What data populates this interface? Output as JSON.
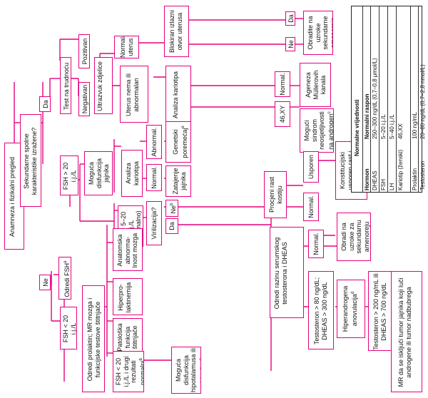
{
  "nodes": {
    "anamneza": "Anamneza i fizikalni pregled",
    "sekundarne": "Sekundarne spolne karakteristike izražene?",
    "da_1": "Da",
    "ne_1": "Ne",
    "test_trudnocu": "Test na trudnoću",
    "pozitivan": "Pozitivan",
    "negativan": "Negativan",
    "ultrazvuk": "Ultrazvuk zdjelice",
    "normalan_uterus": "Normalan uterus",
    "blokiran": "Blokiran izlazni otvor uterusa",
    "da_2": "Da",
    "ne_2": "Ne",
    "obradite_1": "Obradite na uzroke sekundarne amenoreje",
    "uterus_nema": "Uterus nema ili abnormalan",
    "analiza_kariotipa_1": "Analiza kariotipa",
    "normal_1": "Normal.",
    "ageneza": "Ageneza Müllerovih kanala",
    "xy_46": "46,XY",
    "moguci_sindrom": "Mogući sindrom neosjetljivosti na androgen",
    "moguci_sindrom_sup": "c",
    "odredi_fsh": "Odredi FSH",
    "odredi_fsh_sup": "a",
    "fsh_gt": "FSH > 20 i.j./L",
    "moguca_disfunkcija_jajnika": "Moguća disfunkcija jajnika",
    "analiza_kariotipa_2": "Analiza kariotipa",
    "abnormal": "Abnormal.",
    "genetski": "Genetski poremećaj",
    "genetski_sup": "e",
    "normal_2": "Normal.",
    "zatajenje": "Zatajenje jajnika",
    "fsh_5_20": "FSH 5–20 i.j./L (normalno)",
    "virilizacija": "Virilizacija?",
    "ne_3": "Ne",
    "ne_3_sup": "b",
    "da_3": "Da",
    "procjeni": "Procjeni rast kostiju",
    "usporen": "Usporen",
    "konstitucijski": "Konstitucijski usporen rast i pubertet",
    "normal_3": "Normal.",
    "odredi_razinu": "Odredi razinu serumskog testosterona i DHEAS",
    "normal_4": "Normal.",
    "obradi_2": "Obradi na uzroke za sekundarnu amenoreju",
    "testosteron_80": "Testosteron > 80 ng/dL; DHEAS > 300 ng/dL",
    "hiperandrogena": "Hiperandrogena anovulacija",
    "hiperandrogena_sup": "d",
    "testosteron_200": "Testosteron > 200 ng/mL ili DHEAS > 700 ng/dL",
    "mr_iskljucivanje": "MR da se isključi tumor jajnika koji luči androgene ili tumor nadbubrega",
    "fsh_lt": "FSH < 20 i.j./L",
    "odredi_prolaktin": "Odredi prolaktin; MR mozga i funkcijske testove štitnjače",
    "anatomska": "Anatomska abnorma-lnost mozga",
    "hiperprolaktinemija": "Hiperpro-laktinemija",
    "patoloska": "Patološka funkcija štitnjače",
    "fsh_drugi": "FSH < 20 i.j./L i drugi rezultati normalni",
    "fsh_drugi_sup": "b",
    "moguca_disfunkcija_hipo": "Moguća disfunkcija hipotalamusa ili hipofize",
    "moguca_disfunkcija_hipo_sup": "c"
  },
  "reference_table": {
    "title": "Normalne vrijednosti",
    "headers": [
      "Hormon",
      "Normalni raspon"
    ],
    "rows": [
      [
        "DHEAS",
        "250–300 ng/dL (0,7–0,8 μmol/L)"
      ],
      [
        "FSH",
        "5–20 i.j./L"
      ],
      [
        "LH",
        "5–40 i.j./L"
      ],
      [
        "Kariotip (ženski)",
        "46,XX"
      ],
      [
        "Prolaktin",
        "100 ng/mL"
      ],
      [
        "Testosteron",
        "20–80 ng/dL (0,7–2,8 nmol/L)"
      ]
    ]
  },
  "colors": {
    "accent": "#e6007e",
    "text": "#111111",
    "table_border": "#222222"
  }
}
